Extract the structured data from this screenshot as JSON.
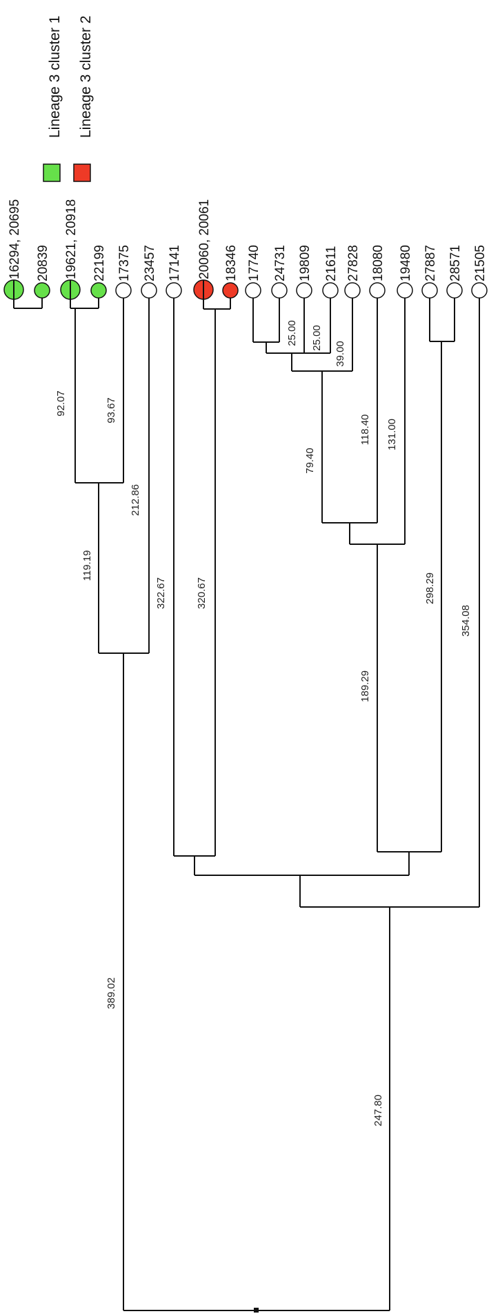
{
  "legend": [
    {
      "label": "Lineage 3 cluster 1",
      "color": "#66e04a"
    },
    {
      "label": "Lineage 3 cluster 2",
      "color": "#ee3a26"
    }
  ],
  "leaves": [
    {
      "label": "16294, 20695",
      "group": 1,
      "split": true
    },
    {
      "label": "20839",
      "group": 1,
      "split": false
    },
    {
      "label": "19621, 20918",
      "group": 1,
      "split": true
    },
    {
      "label": "22199",
      "group": 1,
      "split": false
    },
    {
      "label": "17375",
      "group": 0,
      "split": false
    },
    {
      "label": "23457",
      "group": 0,
      "split": false
    },
    {
      "label": "17141",
      "group": 0,
      "split": false
    },
    {
      "label": "20060, 20061",
      "group": 2,
      "split": true
    },
    {
      "label": "18346",
      "group": 2,
      "split": false
    },
    {
      "label": "17740",
      "group": 0,
      "split": false
    },
    {
      "label": "24731",
      "group": 0,
      "split": false
    },
    {
      "label": "19809",
      "group": 0,
      "split": false
    },
    {
      "label": "21611",
      "group": 0,
      "split": false
    },
    {
      "label": "27828",
      "group": 0,
      "split": false
    },
    {
      "label": "18080",
      "group": 0,
      "split": false
    },
    {
      "label": "19480",
      "group": 0,
      "split": false
    },
    {
      "label": "27887",
      "group": 0,
      "split": false
    },
    {
      "label": "28571",
      "group": 0,
      "split": false
    },
    {
      "label": "21505",
      "group": 0,
      "split": false
    }
  ],
  "branch_lengths": [
    "92.07",
    "93.67",
    "212.86",
    "119.19",
    "322.67",
    "320.67",
    "25.00",
    "25.00",
    "39.00",
    "118.40",
    "79.40",
    "131.00",
    "189.29",
    "298.29",
    "354.08",
    "389.02",
    "247.80"
  ],
  "colors": {
    "cluster1": "#66e04a",
    "cluster2": "#ee3a26",
    "unassigned": "#ffffff",
    "line": "#111111"
  }
}
